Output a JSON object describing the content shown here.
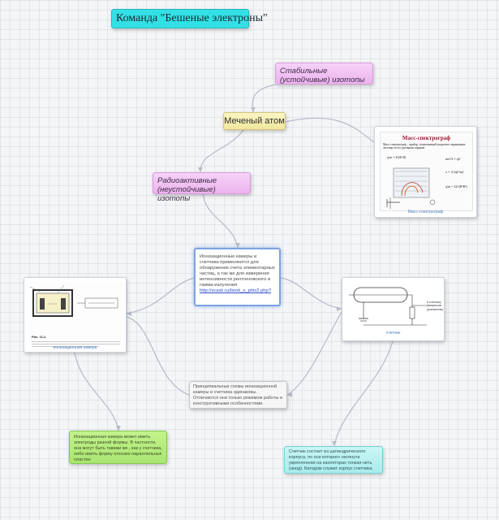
{
  "title": "Команда \"Бешеные электроны\"",
  "nodes": {
    "stable": "Стабильные (устойчивые) изотопы",
    "atom": "Меченый атом",
    "radioactive": "Радиоактивные (неустойчивые) изотопы",
    "mass_spectrograph": {
      "heading": "Масс-спектрограф",
      "definition": "Масс-спектрограф – прибор, позволяющий разделить заряженные частицы по их удельным зарядам.",
      "formula_1": "q/m = E/(B·B)",
      "formula_2": "mυ²/2 = qU",
      "formula_3": "υ = √(2qU/m)",
      "formula_4": "q/m = 2U/(R²B²)",
      "caption": "Масс-спектрограф"
    },
    "info": {
      "text": "Ионизационные камеры и счетчики применяются для обнаружения счета элементарных частиц, а так же для измерения интенсивности рентгеновского и гамма-излучения",
      "link": "http://scask.ru/book_s_phis2.php?"
    },
    "chamber": {
      "figure_label": "Рис. 11.2.",
      "caption": "ионизационная камера"
    },
    "counter": {
      "labels": [
        "К счетчику",
        "импульсов",
        "(усилителю)"
      ],
      "caption": "счетчик"
    },
    "differences": "Принципиальные схемы ионизационной камеры и счетчика одинаковы. Отличаются они только режимом работы и конструктивными особенностями.",
    "chamber_note": "Ионизационная камера может иметь электроды разной формы. В частности, она могут быть такими же , как у счетчика, либо иметь форму плоских параллельных пластин",
    "counter_note": "Счетчик состоит из цилиндрического корпуса, по оси которого натянута укрепленная на изоляторах тонкая нить (анод). Катодом служит корпус счетчика"
  }
}
